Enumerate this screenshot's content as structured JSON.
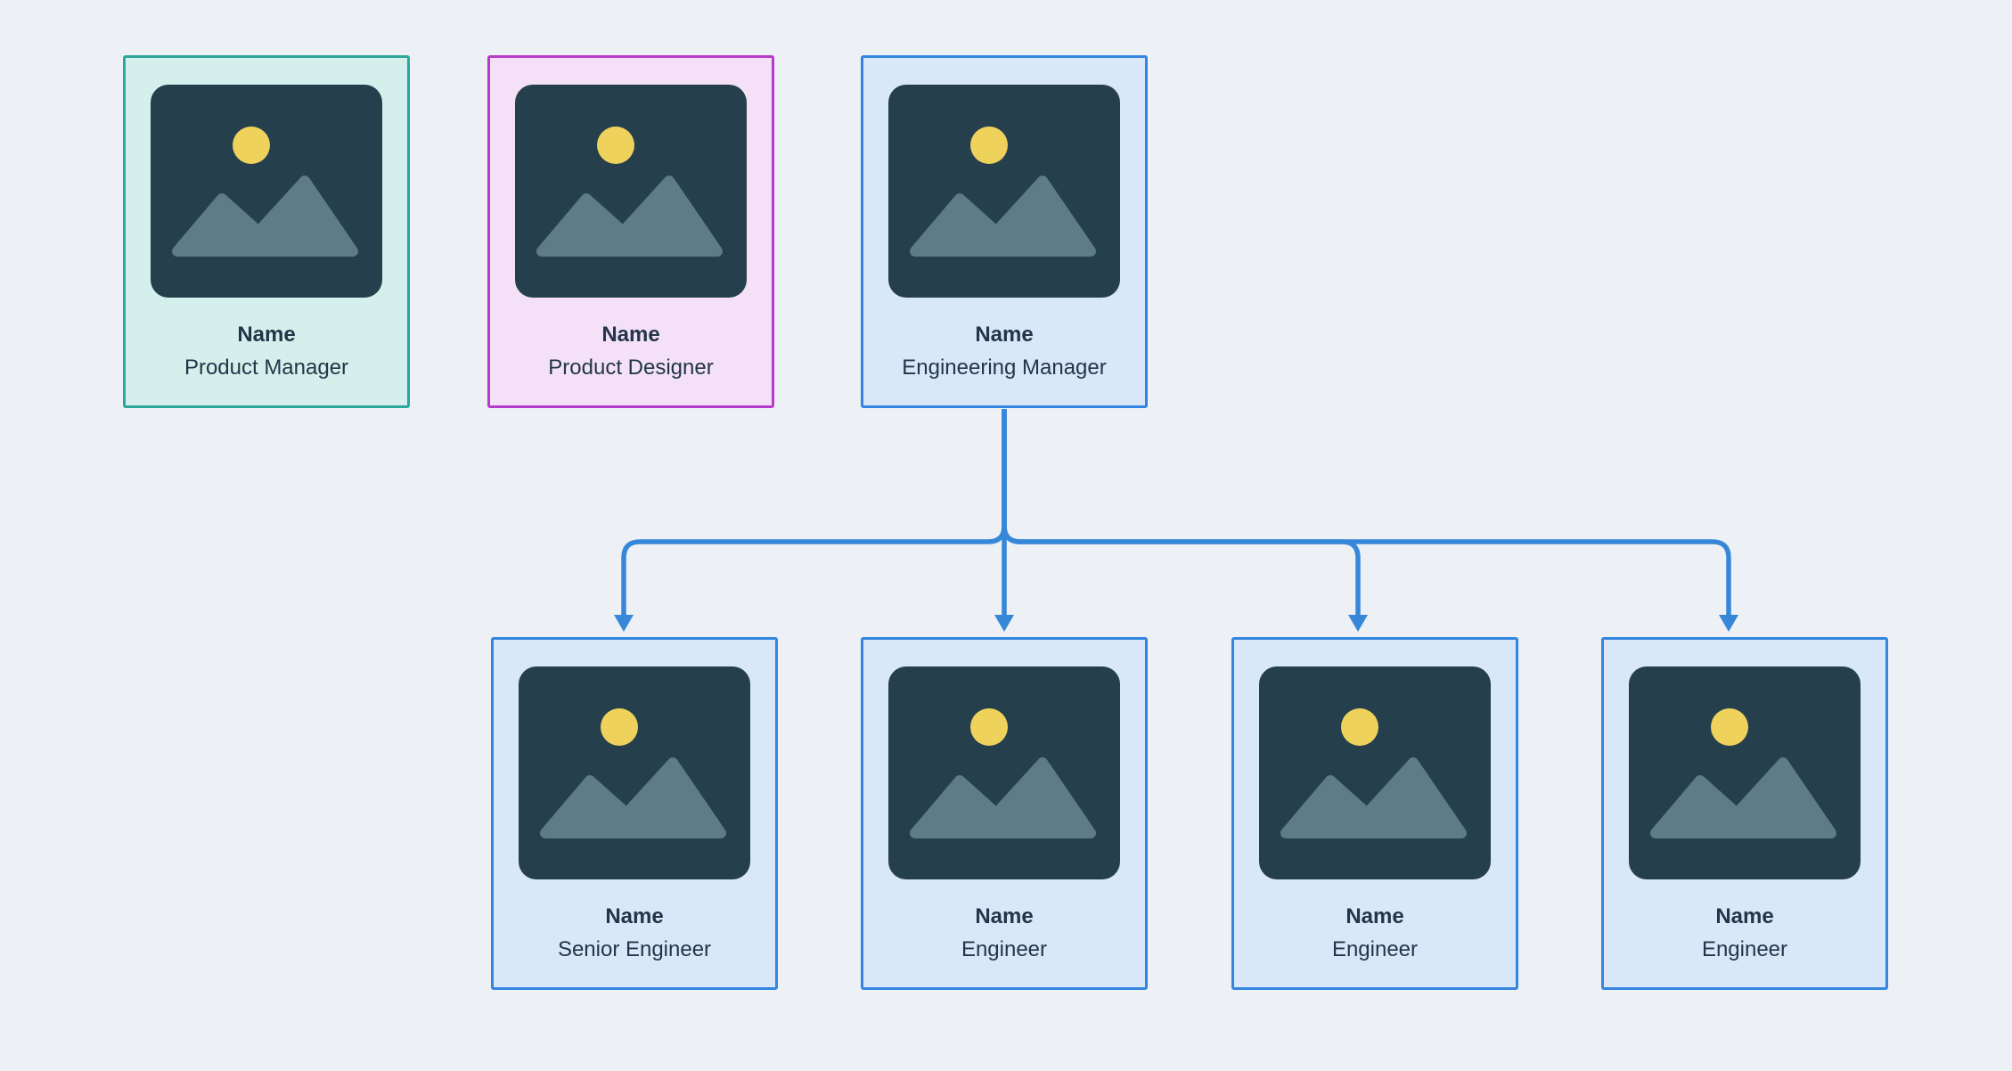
{
  "diagram": {
    "type": "org-chart",
    "cards": [
      {
        "id": "product-manager",
        "name": "Name",
        "role": "Product Manager",
        "variant": "teal"
      },
      {
        "id": "product-designer",
        "name": "Name",
        "role": "Product Designer",
        "variant": "magenta"
      },
      {
        "id": "engineering-manager",
        "name": "Name",
        "role": "Engineering Manager",
        "variant": "blue"
      },
      {
        "id": "senior-engineer",
        "name": "Name",
        "role": "Senior Engineer",
        "variant": "blue"
      },
      {
        "id": "engineer-1",
        "name": "Name",
        "role": "Engineer",
        "variant": "blue"
      },
      {
        "id": "engineer-2",
        "name": "Name",
        "role": "Engineer",
        "variant": "blue"
      },
      {
        "id": "engineer-3",
        "name": "Name",
        "role": "Engineer",
        "variant": "blue"
      }
    ],
    "edges": [
      {
        "from": "engineering-manager",
        "to": "senior-engineer"
      },
      {
        "from": "engineering-manager",
        "to": "engineer-1"
      },
      {
        "from": "engineering-manager",
        "to": "engineer-2"
      },
      {
        "from": "engineering-manager",
        "to": "engineer-3"
      }
    ]
  },
  "theme": {
    "background": "#edf1f5",
    "connector": "#3787d9",
    "text": "#223549",
    "card_variants": {
      "teal": {
        "border": "#2ba89b",
        "fill": "#d5f0ec"
      },
      "magenta": {
        "border": "#b73bca",
        "fill": "#f5e1f7"
      },
      "blue": {
        "border": "#3385e0",
        "fill": "#d9e8f8"
      }
    },
    "placeholder": {
      "bg": "#25404c",
      "mountain": "#5e7b88",
      "sun": "#eed25c"
    }
  }
}
